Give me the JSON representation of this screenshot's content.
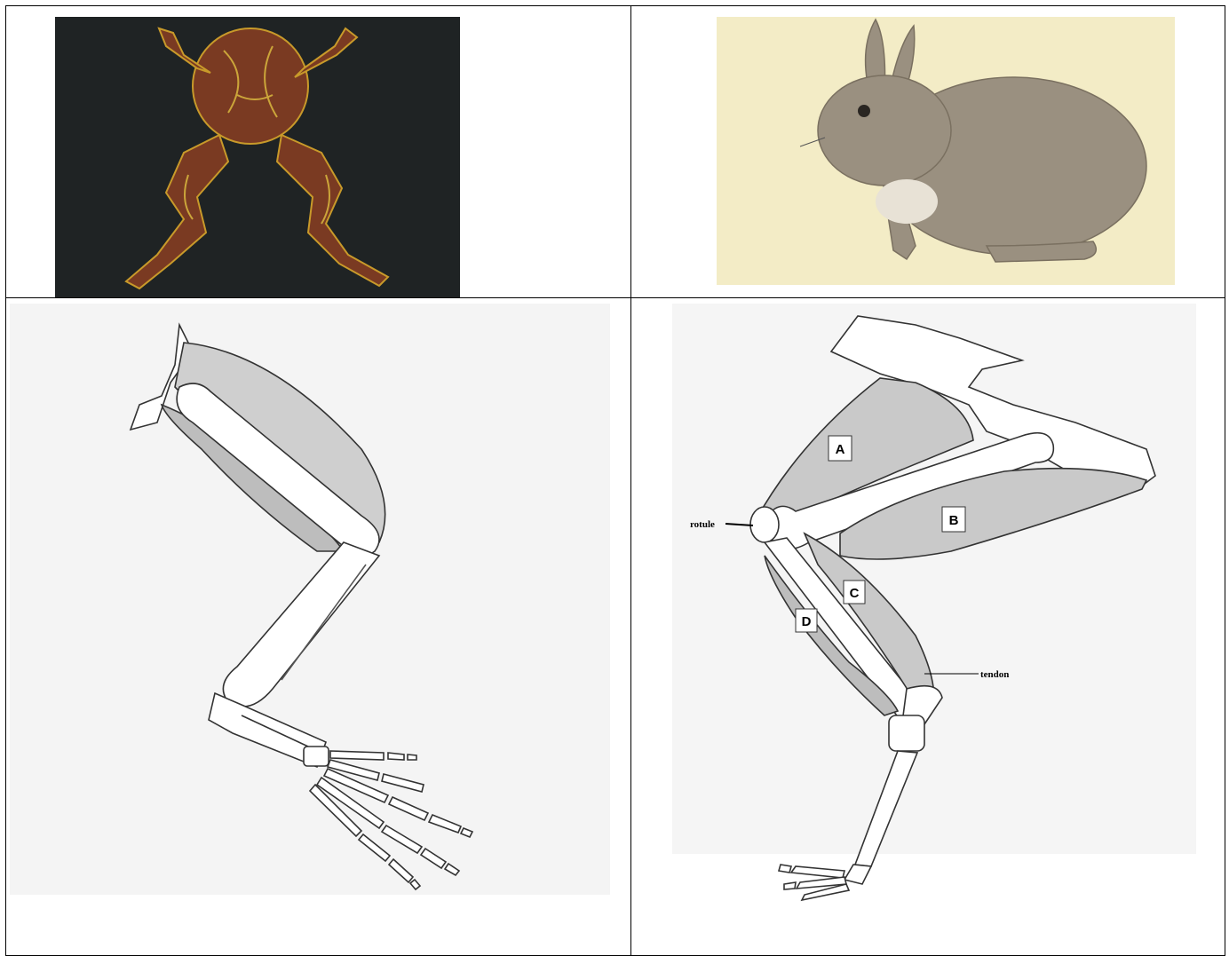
{
  "figure": {
    "frog_photo": {
      "subject": "frog"
    },
    "rabbit_photo": {
      "subject": "rabbit"
    },
    "frog_leg_diagram": {
      "subject": "frog hind leg skeleton and muscles"
    },
    "rabbit_leg_diagram": {
      "subject": "rabbit hind leg skeleton and muscles",
      "muscle_labels": {
        "a": "A",
        "b": "B",
        "c": "C",
        "d": "D"
      },
      "annotations": {
        "rotule": "rotule",
        "tendon": "tendon"
      }
    }
  }
}
